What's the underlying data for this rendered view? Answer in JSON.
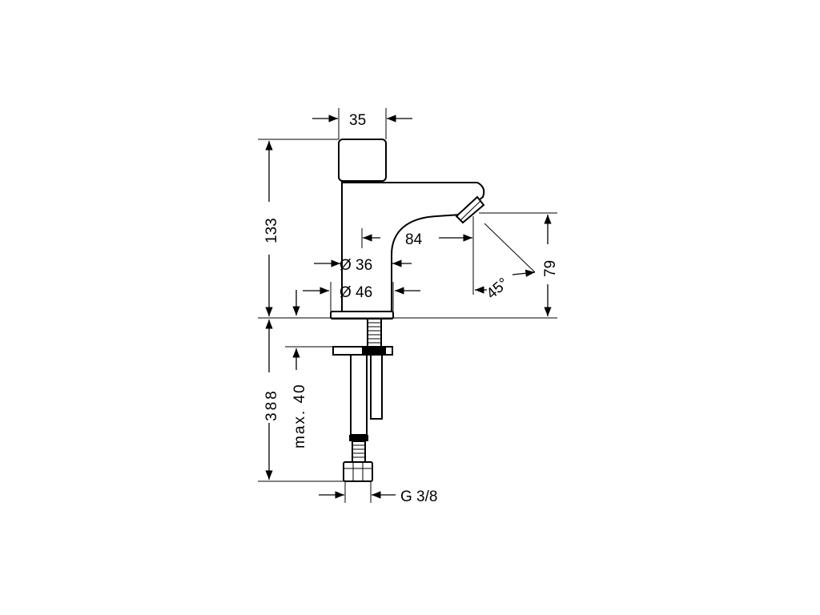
{
  "dimensions": {
    "top_width": "35",
    "total_height": "133",
    "spout_reach": "84",
    "diameter_inner": "Ø 36",
    "diameter_outer": "Ø 46",
    "spout_height": "79",
    "spout_angle": "45°",
    "hose_length": "388",
    "max_thickness": "max. 40",
    "connection": "G 3/8"
  }
}
